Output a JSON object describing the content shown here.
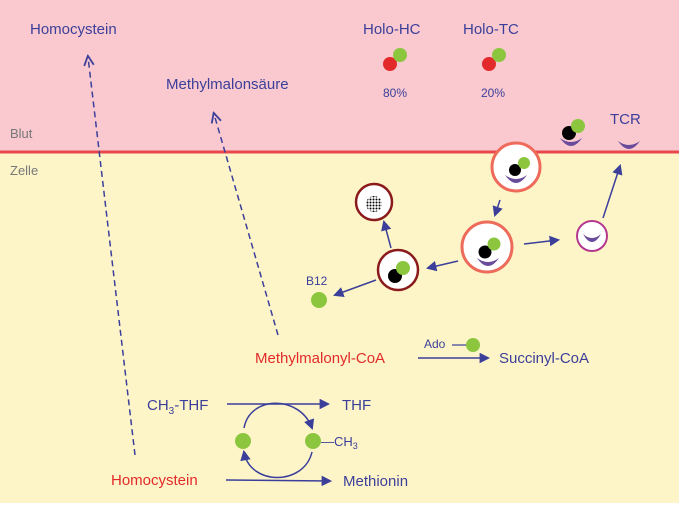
{
  "colors": {
    "blood_bg": "#f9c9cf",
    "cell_bg": "#fdf5c8",
    "membrane": "#e8474c",
    "blue": "#3b3f9a",
    "red": "#e22a2a",
    "green": "#8cc63f",
    "black": "#000000",
    "purple": "#6a4c9c",
    "magenta": "#b4398e",
    "dark_red": "#8b1a1a",
    "coral": "#ee6a5a",
    "gray": "#777777"
  },
  "regions": {
    "blood_label": "Blut",
    "cell_label": "Zelle"
  },
  "labels": {
    "homocystein_top": "Homocystein",
    "methylmalonsaeure": "Methylmalonsäure",
    "holo_hc": "Holo-HC",
    "holo_tc": "Holo-TC",
    "holo_hc_pct": "80%",
    "holo_tc_pct": "20%",
    "tcr": "TCR",
    "b12": "B12",
    "methylmalonyl_coa": "Methylmalonyl-CoA",
    "ado": "Ado",
    "succinyl_coa": "Succinyl-CoA",
    "ch3_thf_main": "CH",
    "ch3_thf_sub": "3",
    "ch3_thf_rest": "-THF",
    "thf": "THF",
    "ch3_main": "—CH",
    "ch3_sub": "3",
    "homocystein_bottom": "Homocystein",
    "methionin": "Methionin"
  }
}
